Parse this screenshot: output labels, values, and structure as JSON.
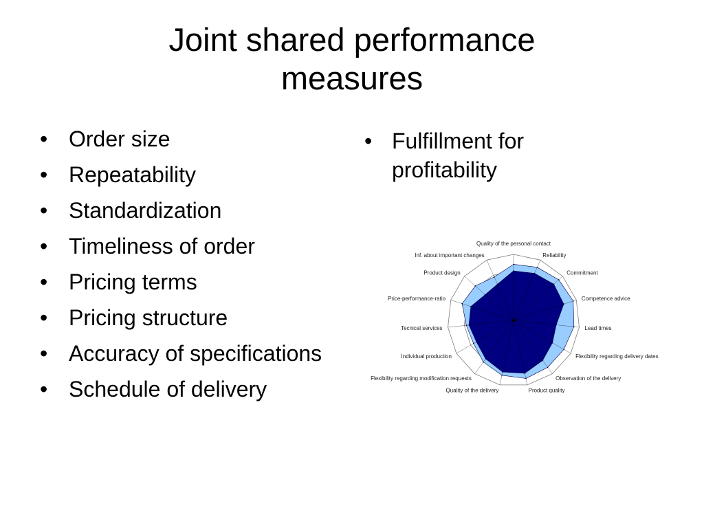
{
  "slide": {
    "title_lines": [
      "Joint shared performance",
      "measures"
    ],
    "left_bullets": [
      "Order size",
      "Repeatability",
      "Standardization",
      "Timeliness of order",
      "Pricing terms",
      "Pricing structure",
      "Accuracy of specifications",
      "Schedule of delivery"
    ],
    "right_bullets": [
      "Fulfillment for profitability"
    ]
  },
  "chart_data": {
    "type": "radar",
    "categories": [
      "Quality of the personal contact",
      "Reliability",
      "Commitment",
      "Competence advice",
      "Lead times",
      "Flexibility regarding delivery dates",
      "Observation of the delivery",
      "Product quality",
      "Quality of the delivery",
      "Flexibility regarding modification requests",
      "Individual production",
      "Tecnical services",
      "Price-performance-ratio",
      "Product design",
      "Inf. about important changes"
    ],
    "rlim": [
      0,
      1
    ],
    "grid": true,
    "series": [
      {
        "color": "#99ccff",
        "values": [
          0.85,
          0.88,
          0.92,
          0.95,
          0.92,
          0.88,
          0.88,
          0.9,
          0.85,
          0.78,
          0.7,
          0.72,
          0.82,
          0.78,
          0.72
        ]
      },
      {
        "color": "#000080",
        "values": [
          0.75,
          0.78,
          0.82,
          0.8,
          0.65,
          0.68,
          0.75,
          0.82,
          0.8,
          0.72,
          0.65,
          0.68,
          0.68,
          0.58,
          0.6
        ]
      }
    ]
  }
}
